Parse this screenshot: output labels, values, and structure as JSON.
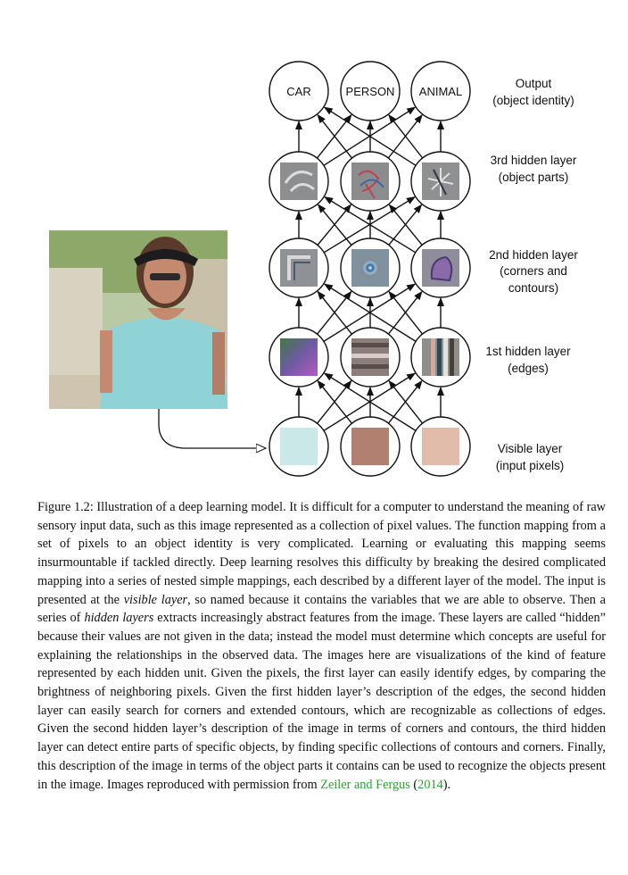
{
  "figure": {
    "output_nodes": [
      "CAR",
      "PERSON",
      "ANIMAL"
    ],
    "layer_labels": {
      "output": [
        "Output",
        "(object identity)"
      ],
      "hidden3": [
        "3rd hidden layer",
        "(object parts)"
      ],
      "hidden2": [
        "2nd hidden layer",
        "(corners and",
        "contours)"
      ],
      "hidden1": [
        "1st hidden layer",
        "(edges)"
      ],
      "visible": [
        "Visible layer",
        "(input pixels)"
      ]
    },
    "input_pixel_colors": [
      "#cbe8e8",
      "#b28070",
      "#e2bcab"
    ],
    "feature_tile_colors": {
      "hidden1": [
        "#6b4fa0",
        "#8c7e7a",
        "#8e8e8a"
      ],
      "hidden2": [
        "#8e9296",
        "#7f92a0",
        "#8f8c9c"
      ],
      "hidden3": [
        "#8c8e90",
        "#8a8c8e",
        "#8e9092"
      ]
    }
  },
  "caption": {
    "label": "Figure 1.2:",
    "s1": "Illustration of a deep learning model. It is difficult for a computer to understand the meaning of raw sensory input data, such as this image represented as a collection of pixel values. The function mapping from a set of pixels to an object identity is very complicated. Learning or evaluating this mapping seems insurmountable if tackled directly. Deep learning resolves this difficulty by breaking the desired complicated mapping into a series of nested simple mappings, each described by a different layer of the model. The input is presented at the",
    "em1": "visible layer",
    "s2": ", so named because it contains the variables that we are able to observe. Then a series of",
    "em2": "hidden layers",
    "s3": "extracts increasingly abstract features from the image. These layers are called “hidden” because their values are not given in the data; instead the model must determine which concepts are useful for explaining the relationships in the observed data. The images here are visualizations of the kind of feature represented by each hidden unit. Given the pixels, the first layer can easily identify edges, by comparing the brightness of neighboring pixels. Given the first hidden layer’s description of the edges, the second hidden layer can easily search for corners and extended contours, which are recognizable as collections of edges. Given the second hidden layer’s description of the image in terms of corners and contours, the third hidden layer can detect entire parts of specific objects, by finding specific collections of contours and corners. Finally, this description of the image in terms of the object parts it contains can be used to recognize the objects present in the image. Images reproduced with permission from",
    "cite_authors": "Zeiler and Fergus",
    "cite_open": "(",
    "cite_year": "2014",
    "cite_close": ").",
    "cite_color": "#2aa32a"
  }
}
